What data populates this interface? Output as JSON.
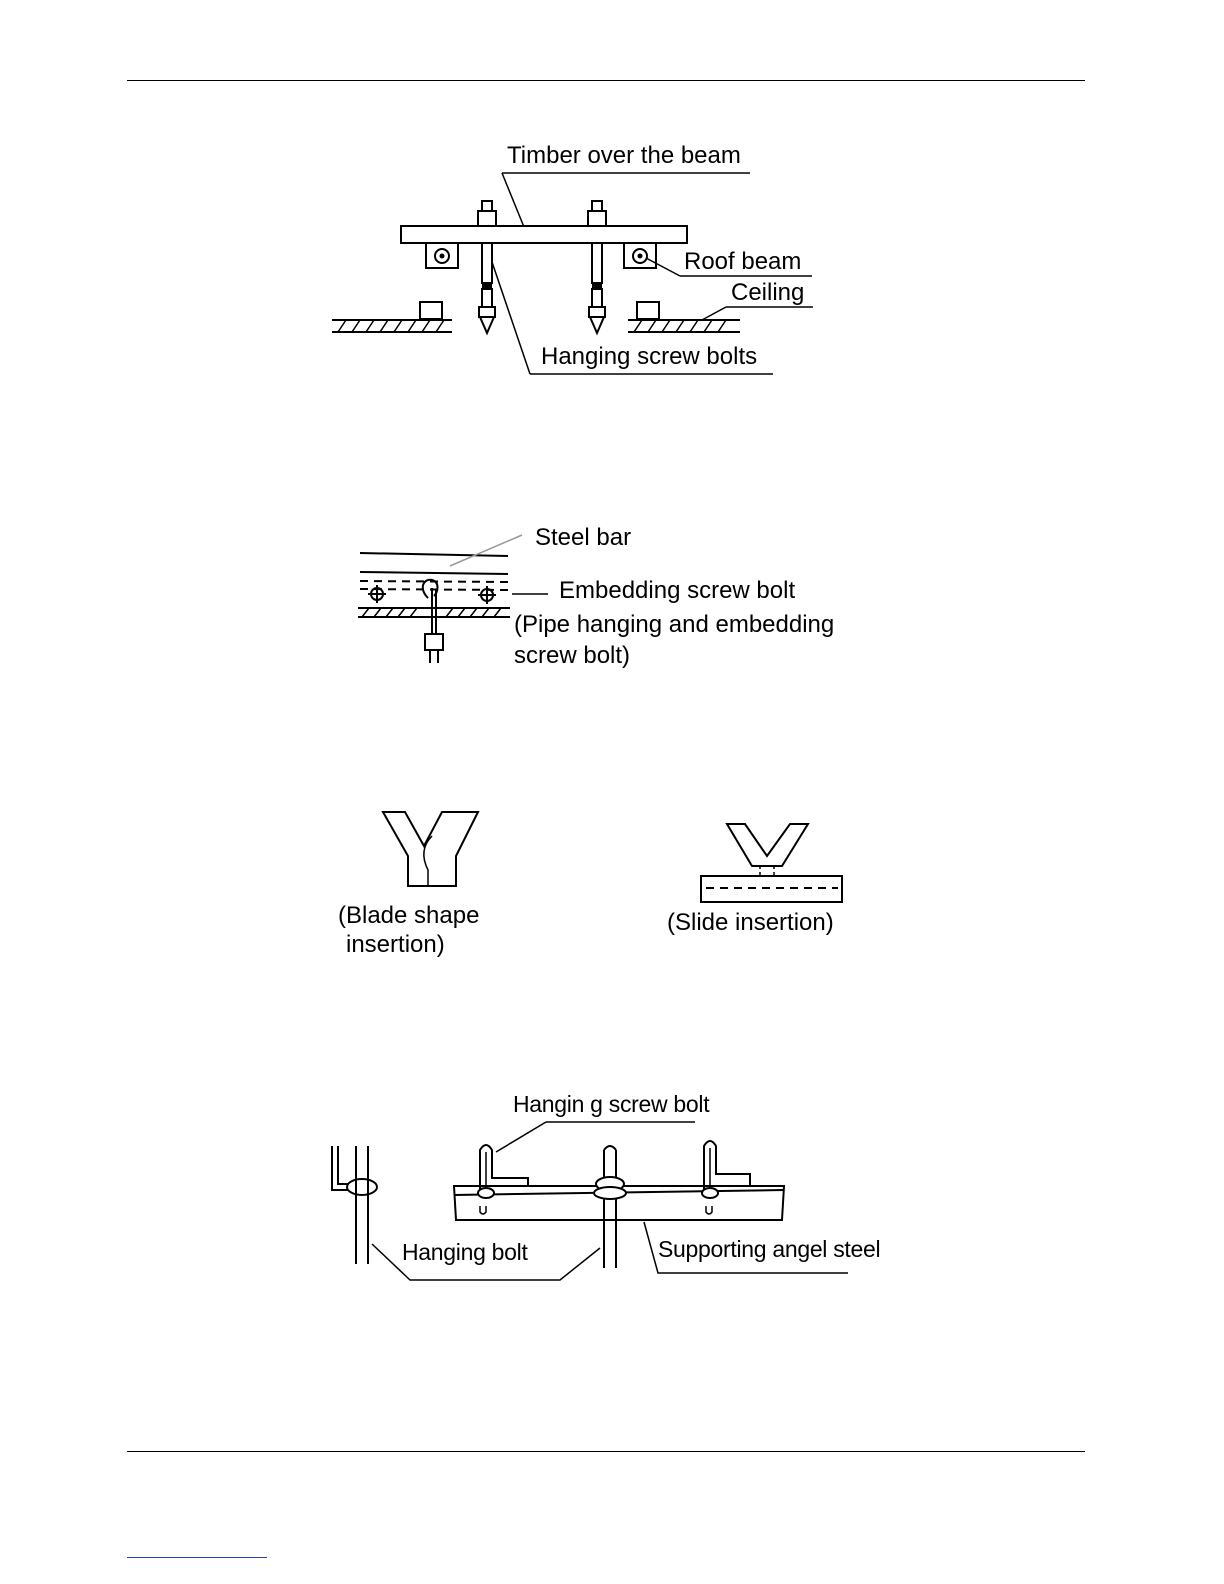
{
  "figures": {
    "timber_beam": {
      "labels": {
        "timber": "Timber over the beam",
        "roof_beam": "Roof beam",
        "ceiling": "Ceiling",
        "hanging_screw_bolts": "Hanging screw bolts"
      }
    },
    "embedding_bolt": {
      "labels": {
        "steel_bar": "Steel bar",
        "embedding_screw_bolt": "Embedding screw bolt",
        "note_line1": "(Pipe hanging and embedding",
        "note_line2": "screw bolt)"
      }
    },
    "insertions": {
      "labels": {
        "blade_line1": "(Blade shape",
        "blade_line2": "insertion)",
        "slide": "(Slide insertion)"
      }
    },
    "angle_steel": {
      "labels": {
        "hanging_screw_bolt": "Hangin g screw bolt",
        "hanging_bolt": "Hanging bolt",
        "supporting_angle_steel": "Supporting angel steel"
      }
    }
  }
}
